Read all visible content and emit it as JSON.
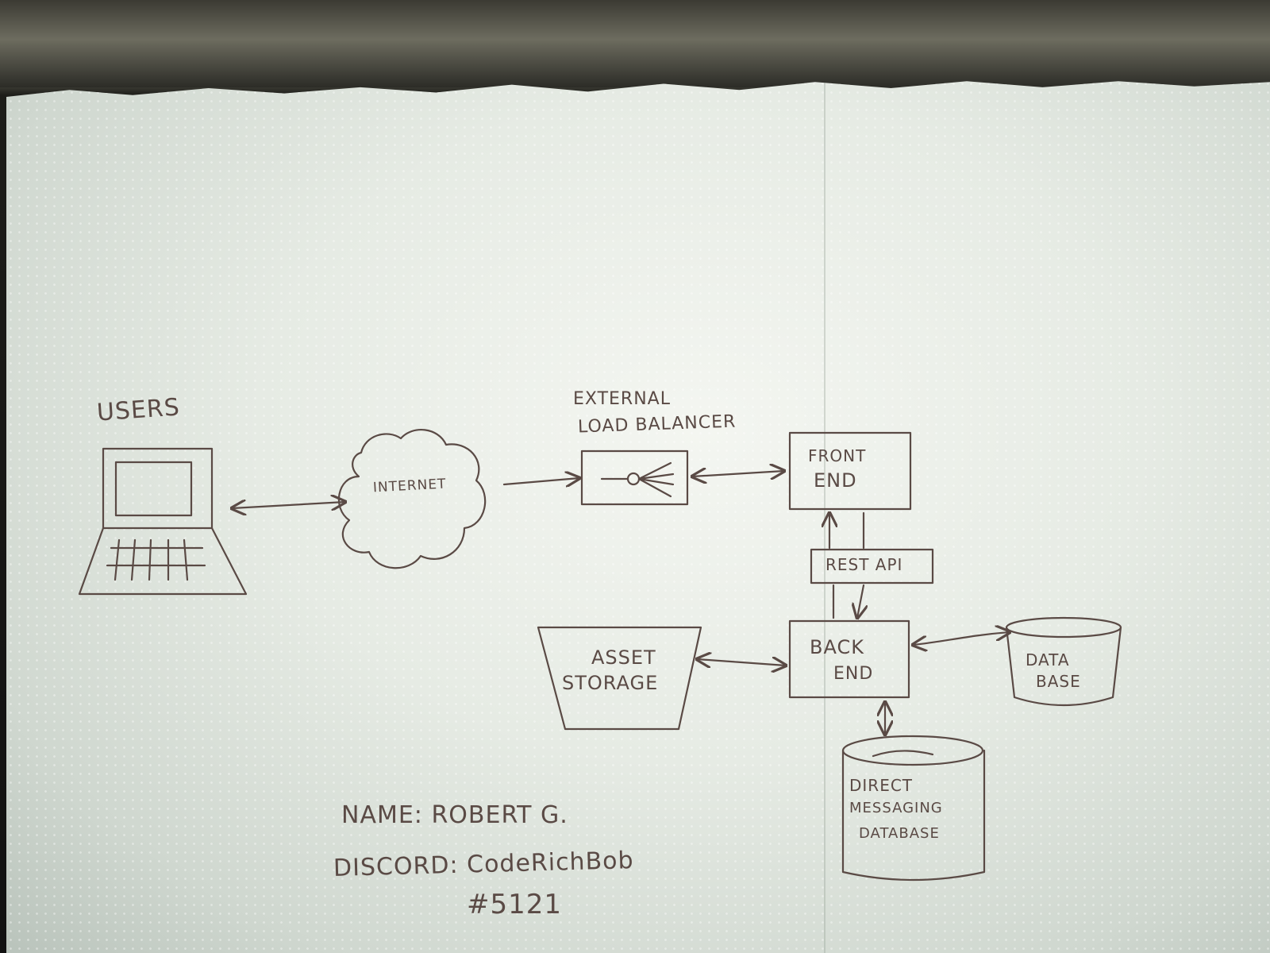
{
  "diagram": {
    "nodes": {
      "users": "USERS",
      "internet": "INTERNET",
      "load_balancer_line1": "EXTERNAL",
      "load_balancer_line2": "LOAD BALANCER",
      "front_end_line1": "FRONT",
      "front_end_line2": "END",
      "rest_api": "REST API",
      "back_end_line1": "BACK",
      "back_end_line2": "END",
      "asset_storage_line1": "ASSET",
      "asset_storage_line2": "STORAGE",
      "database_line1": "DATA",
      "database_line2": "BASE",
      "dm_database_line1": "DIRECT",
      "dm_database_line2": "MESSAGING",
      "dm_database_line3": "DATABASE"
    },
    "edges": [
      {
        "from": "users",
        "to": "internet",
        "direction": "both"
      },
      {
        "from": "internet",
        "to": "load_balancer",
        "direction": "forward"
      },
      {
        "from": "load_balancer",
        "to": "front_end",
        "direction": "both"
      },
      {
        "from": "back_end",
        "to": "front_end",
        "direction": "forward",
        "via": "rest_api"
      },
      {
        "from": "front_end",
        "to": "back_end",
        "direction": "forward",
        "via": "rest_api"
      },
      {
        "from": "asset_storage",
        "to": "back_end",
        "direction": "both"
      },
      {
        "from": "back_end",
        "to": "database",
        "direction": "both"
      },
      {
        "from": "back_end",
        "to": "dm_database",
        "direction": "both"
      }
    ]
  },
  "signature": {
    "name_line": "NAME: ROBERT G.",
    "discord_line": "DISCORD: CodeRichBob",
    "tag_line": "#5121"
  },
  "colors": {
    "ink": "#5a4a45",
    "paper": "#eef1ec"
  }
}
